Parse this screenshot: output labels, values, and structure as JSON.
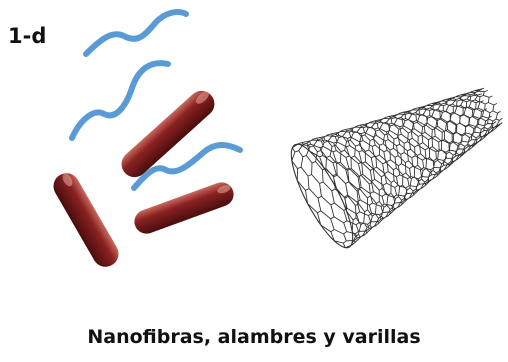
{
  "label": "1-d",
  "caption": "Nanofibras, alambres y varillas",
  "colors": {
    "fiber": "#5b9bd5",
    "rod_dark": "#5e1212",
    "rod_mid": "#8a2222",
    "rod_light": "#c96a5e",
    "tube_line": "#333333"
  },
  "items": {
    "fibers": [
      "fiber-1",
      "fiber-2",
      "fiber-3"
    ],
    "rods": [
      "rod-1",
      "rod-2",
      "rod-3"
    ],
    "tube": "carbon-nanotube"
  }
}
